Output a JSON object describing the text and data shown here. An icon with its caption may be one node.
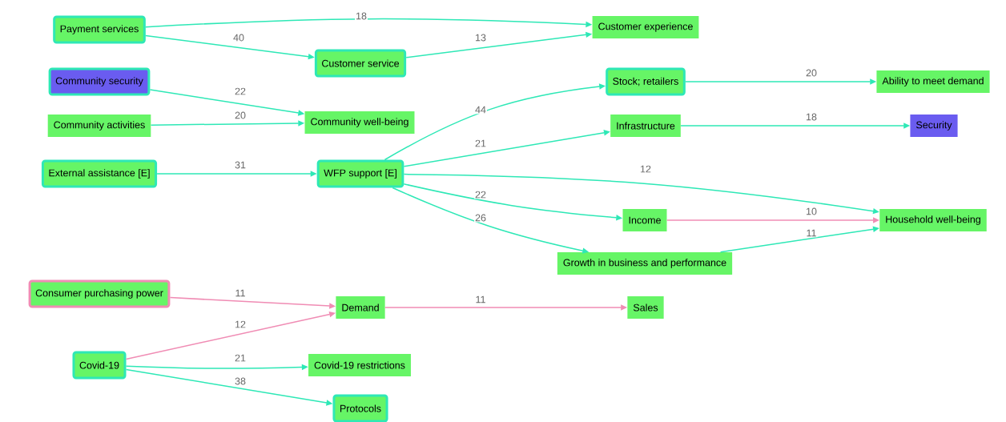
{
  "diagram": {
    "nodes": [
      {
        "text": [
          "Payment services"
        ]
      },
      {
        "text": [
          "Customer experience"
        ]
      },
      {
        "text": [
          "Customer service"
        ]
      },
      {
        "text": [
          "Community security"
        ]
      },
      {
        "text": [
          "Community activities"
        ]
      },
      {
        "text": [
          "Community well-being"
        ]
      },
      {
        "text": [
          "Stock; retailers"
        ]
      },
      {
        "text": [
          "Ability to meet demand"
        ]
      },
      {
        "text": [
          "Infrastructure"
        ]
      },
      {
        "text": [
          "Security"
        ]
      },
      {
        "text": [
          "External assistance [E]"
        ]
      },
      {
        "text": [
          "WFP support [E]"
        ]
      },
      {
        "text": [
          "Income"
        ]
      },
      {
        "text": [
          "Household well-being"
        ]
      },
      {
        "text": [
          "Growth in business and performance"
        ]
      },
      {
        "text": [
          "Consumer purchasing power"
        ]
      },
      {
        "text": [
          "Demand"
        ]
      },
      {
        "text": [
          "Sales"
        ]
      },
      {
        "text": [
          "Covid-19"
        ]
      },
      {
        "text": [
          "Covid-19 restrictions"
        ]
      },
      {
        "text": [
          "Protocols"
        ]
      }
    ],
    "edges": [
      {
        "from": 0,
        "to": 1,
        "arrow": "to",
        "label": "18"
      },
      {
        "from": 0,
        "to": 2,
        "arrow": "to",
        "label": "40"
      },
      {
        "from": 2,
        "to": 1,
        "arrow": "to",
        "label": "13"
      },
      {
        "from": 3,
        "to": 5,
        "arrow": "to",
        "label": "22"
      },
      {
        "from": 4,
        "to": 5,
        "arrow": "to",
        "label": "20"
      },
      {
        "from": 11,
        "to": 6,
        "arrow": "to",
        "label": "44"
      },
      {
        "from": 6,
        "to": 7,
        "arrow": "to",
        "label": "20"
      },
      {
        "from": 11,
        "to": 8,
        "arrow": "to",
        "label": "21"
      },
      {
        "from": 8,
        "to": 9,
        "arrow": "to",
        "label": "18"
      },
      {
        "from": 10,
        "to": 11,
        "arrow": "to",
        "label": "31"
      },
      {
        "from": 11,
        "to": 13,
        "arrow": "to",
        "label": "12"
      },
      {
        "from": 11,
        "to": 12,
        "arrow": "to",
        "label": "22"
      },
      {
        "from": 12,
        "to": 13,
        "arrow": "to",
        "label": "10",
        "color": "#f08cb4"
      },
      {
        "from": 11,
        "to": 14,
        "arrow": "to",
        "label": "26"
      },
      {
        "from": 14,
        "to": 13,
        "arrow": "to",
        "label": "11"
      },
      {
        "from": 15,
        "to": 16,
        "arrow": "to",
        "label": "11",
        "color": "#f08cb4"
      },
      {
        "from": 16,
        "to": 17,
        "arrow": "to",
        "label": "11",
        "color": "#f08cb4"
      },
      {
        "from": 18,
        "to": 16,
        "arrow": "to",
        "label": "12",
        "color": "#f08cb4"
      },
      {
        "from": 18,
        "to": 19,
        "arrow": "to",
        "label": "21"
      },
      {
        "from": 18,
        "to": 20,
        "arrow": "to",
        "label": "38"
      }
    ]
  }
}
